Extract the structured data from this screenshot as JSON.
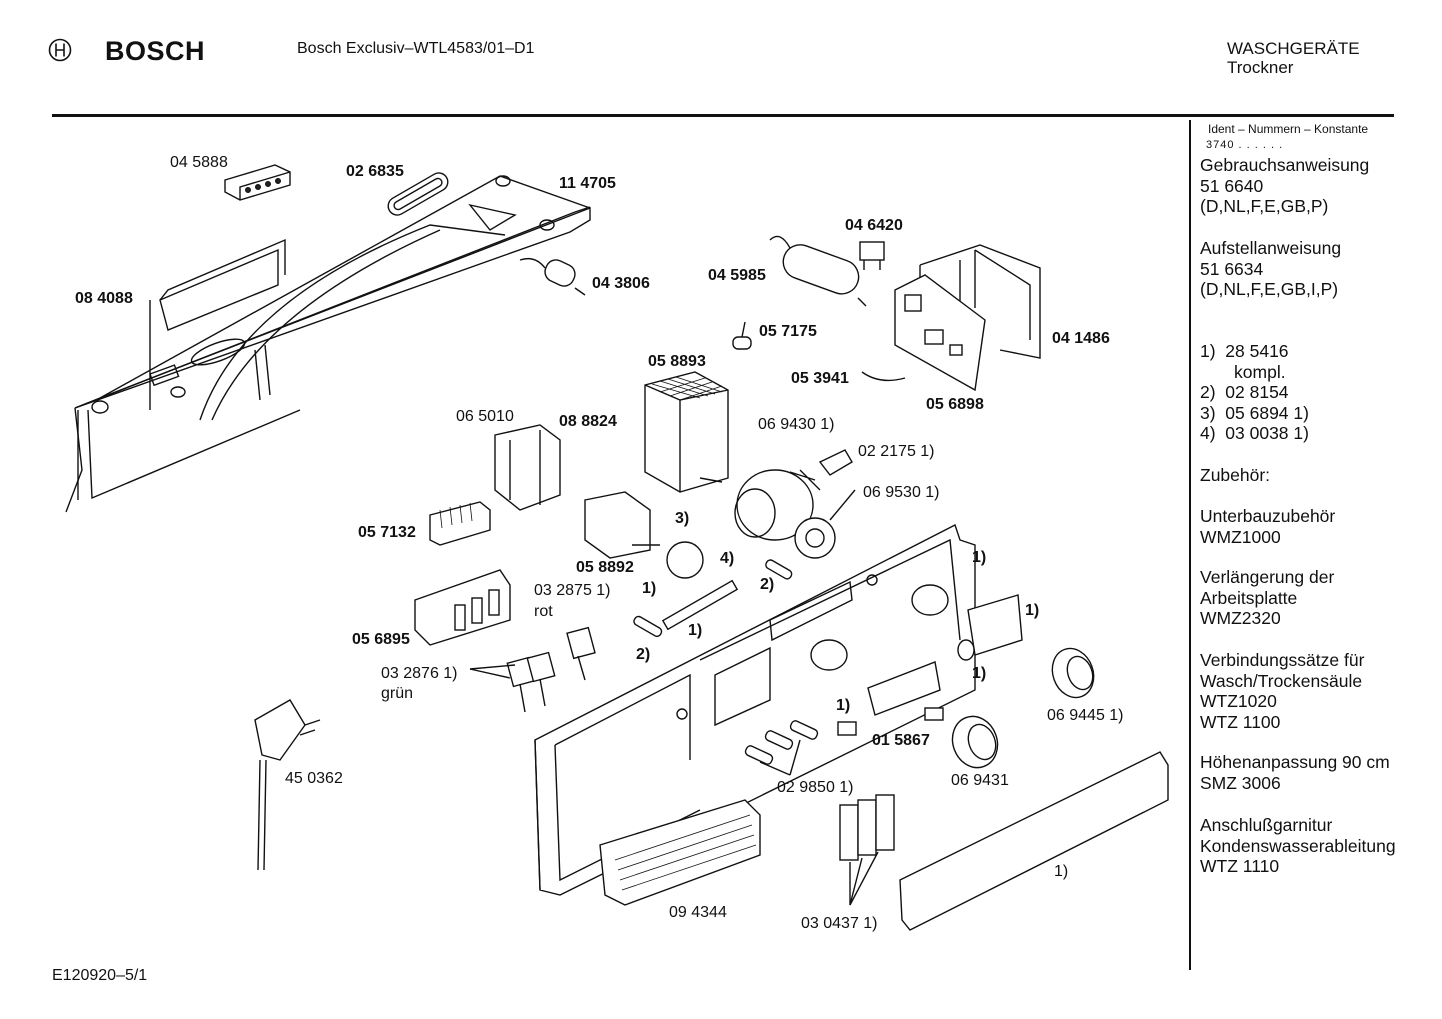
{
  "header": {
    "brand": "BOSCH",
    "model": "Bosch Exclusiv–WTL4583/01–D1",
    "category_line1": "WASCHGERÄTE",
    "category_line2": "Trockner"
  },
  "footer": {
    "code": "E120920–5/1"
  },
  "sidebar": {
    "ident_title": "Ident – Nummern – Konstante",
    "ident_value": "3740 . .   . . . .",
    "blocks": [
      "Gebrauchsanweisung\n51 6640\n(D,NL,F,E,GB,P)",
      "Aufstellanweisung\n51 6634\n(D,NL,F,E,GB,I,P)",
      "1)  28 5416\n       kompl.\n2)  02 8154\n3)  05 6894 1)\n4)  03 0038 1)",
      "Zubehör:",
      "Unterbauzubehör\nWMZ1000",
      "Verlängerung der\nArbeitsplatte\nWMZ2320",
      "Verbindungssätze für\nWasch/Trockensäule\nWTZ1020\nWTZ 1100",
      "Höhenanpassung 90 cm\nSMZ 3006",
      "Anschlußgarnitur\nKondenswasserableitung\nWTZ 1110"
    ]
  },
  "parts": [
    {
      "id": "p045888",
      "text": "04 5888",
      "bold": false
    },
    {
      "id": "p026835",
      "text": "02 6835",
      "bold": true
    },
    {
      "id": "p114705",
      "text": "11 4705",
      "bold": true
    },
    {
      "id": "p084088",
      "text": "08 4088",
      "bold": true
    },
    {
      "id": "p043806",
      "text": "04 3806",
      "bold": true
    },
    {
      "id": "p046420",
      "text": "04 6420",
      "bold": true
    },
    {
      "id": "p045985",
      "text": "04 5985",
      "bold": true
    },
    {
      "id": "p057175",
      "text": "05 7175",
      "bold": true
    },
    {
      "id": "p041486",
      "text": "04 1486",
      "bold": true
    },
    {
      "id": "p058893",
      "text": "05 8893",
      "bold": true
    },
    {
      "id": "p053941",
      "text": "05 3941",
      "bold": true
    },
    {
      "id": "p056898",
      "text": "05 6898",
      "bold": true
    },
    {
      "id": "p065010",
      "text": "06 5010",
      "bold": false
    },
    {
      "id": "p088824",
      "text": "08 8824",
      "bold": true
    },
    {
      "id": "p069430",
      "text": "06 9430 1)",
      "bold": false
    },
    {
      "id": "p022175",
      "text": "02 2175 1)",
      "bold": false
    },
    {
      "id": "p069530",
      "text": "06 9530 1)",
      "bold": false
    },
    {
      "id": "p057132",
      "text": "05 7132",
      "bold": true
    },
    {
      "id": "p058892",
      "text": "05 8892",
      "bold": true
    },
    {
      "id": "n3",
      "text": "3)",
      "bold": true
    },
    {
      "id": "n4",
      "text": "4)",
      "bold": true
    },
    {
      "id": "n2a",
      "text": "2)",
      "bold": true
    },
    {
      "id": "n1a",
      "text": "1)",
      "bold": true
    },
    {
      "id": "n1b",
      "text": "1)",
      "bold": true
    },
    {
      "id": "n2b",
      "text": "2)",
      "bold": true
    },
    {
      "id": "n1c",
      "text": "1)",
      "bold": true
    },
    {
      "id": "n1d",
      "text": "1)",
      "bold": true
    },
    {
      "id": "n1e",
      "text": "1)",
      "bold": true
    },
    {
      "id": "n1f",
      "text": "1)",
      "bold": true
    },
    {
      "id": "p032875",
      "text": "03 2875 1)",
      "bold": false
    },
    {
      "id": "rot",
      "text": "rot",
      "bold": false
    },
    {
      "id": "p056895",
      "text": "05 6895",
      "bold": true
    },
    {
      "id": "p032876",
      "text": "03 2876 1)",
      "bold": false
    },
    {
      "id": "gruen",
      "text": "grün",
      "bold": false
    },
    {
      "id": "p450362",
      "text": "45 0362",
      "bold": false
    },
    {
      "id": "p015867",
      "text": "01 5867",
      "bold": true
    },
    {
      "id": "p069445",
      "text": "06 9445 1)",
      "bold": false
    },
    {
      "id": "p069431",
      "text": "06 9431",
      "bold": false
    },
    {
      "id": "p029850",
      "text": "02 9850 1)",
      "bold": false
    },
    {
      "id": "p094344",
      "text": "09 4344",
      "bold": false
    },
    {
      "id": "p030437",
      "text": "03 0437 1)",
      "bold": false
    },
    {
      "id": "n1g",
      "text": "1)",
      "bold": false
    }
  ]
}
